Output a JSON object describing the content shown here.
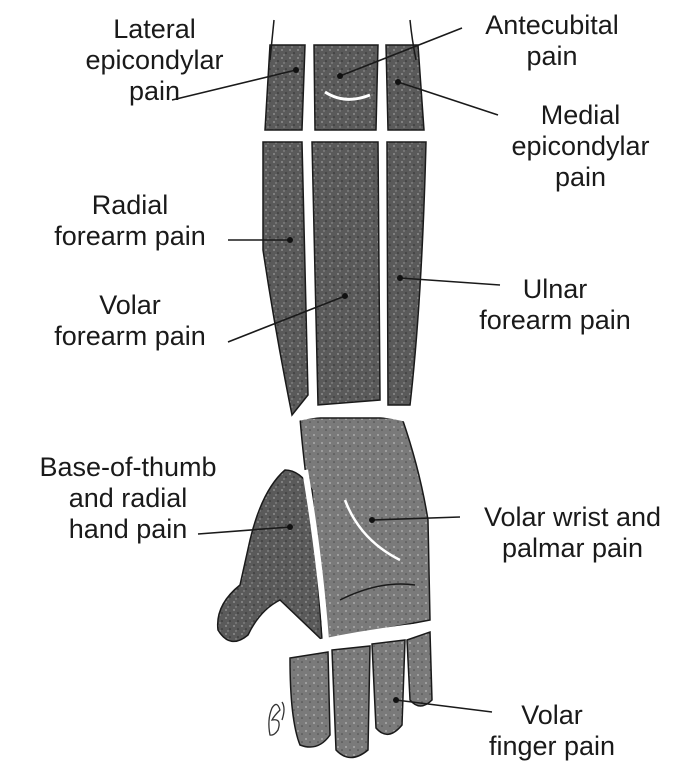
{
  "colors": {
    "ink": "#1a1a1a",
    "band": "#ffffff",
    "region_dark": "#4a4a4a",
    "region_mid": "#6f6f6f",
    "paper": "#ffffff"
  },
  "labels": {
    "lateral_epicondylar": [
      "Lateral",
      "epicondylar",
      "pain"
    ],
    "antecubital": [
      "Antecubital",
      "pain"
    ],
    "medial_epicondylar": [
      "Medial",
      "epicondylar",
      "pain"
    ],
    "radial_forearm": [
      "Radial",
      "forearm pain"
    ],
    "volar_forearm": [
      "Volar",
      "forearm pain"
    ],
    "ulnar_forearm": [
      "Ulnar",
      "forearm pain"
    ],
    "base_of_thumb": [
      "Base-of-thumb",
      "and radial",
      "hand pain"
    ],
    "volar_wrist": [
      "Volar wrist and",
      "palmar pain"
    ],
    "volar_finger": [
      "Volar",
      "finger pain"
    ]
  },
  "signature_text": "BJF"
}
